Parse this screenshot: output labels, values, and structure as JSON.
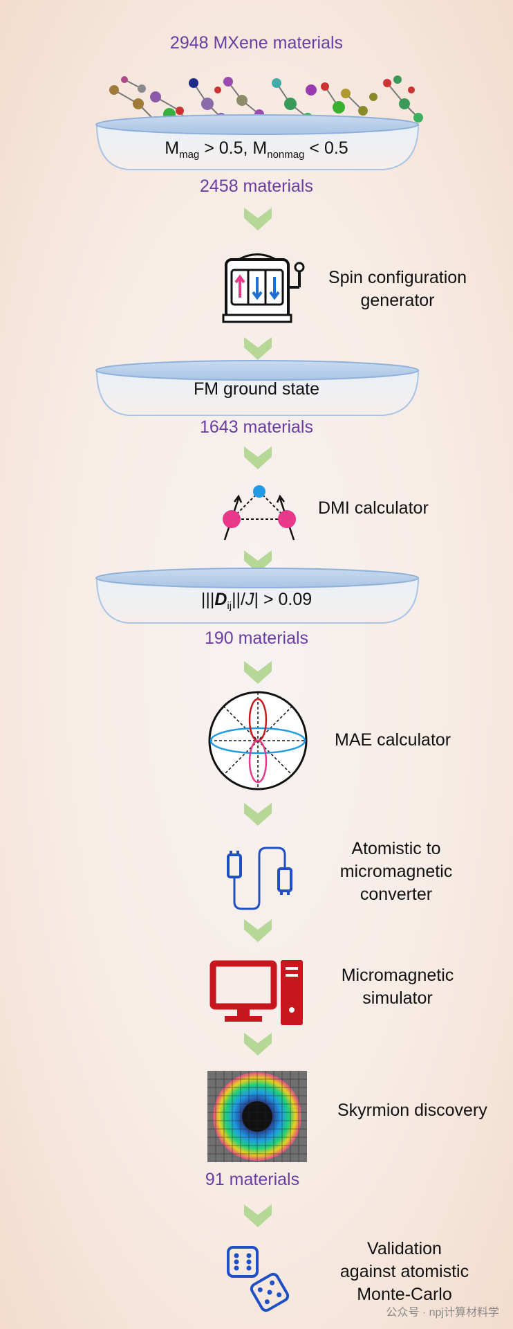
{
  "counts": {
    "start": "2948 MXene materials",
    "after_filter": "2458 materials",
    "after_fm": "1643 materials",
    "after_dmi": "190 materials",
    "after_skyrmion": "91 materials"
  },
  "filters": {
    "magnetic_prefix": "M",
    "magnetic_sub": "mag",
    "magnetic_rel": " > 0.5, M",
    "nonmag_sub": "nonmag",
    "nonmag_rel": " < 0.5",
    "fm_ground_state": "FM ground state",
    "dmi_bars_open": "|||",
    "dmi_D": "D",
    "dmi_sub": "ij",
    "dmi_mid": "||/",
    "dmi_J": "J",
    "dmi_tail": "| > 0.09"
  },
  "steps": {
    "spin": [
      "Spin configuration",
      "generator"
    ],
    "dmi": [
      "DMI calculator"
    ],
    "mae": [
      "MAE calculator"
    ],
    "converter": [
      "Atomistic to",
      "micromagnetic",
      "converter"
    ],
    "simulator": [
      "Micromagnetic",
      "simulator"
    ],
    "skyrmion": [
      "Skyrmion discovery"
    ],
    "validation": [
      "Validation",
      "against atomistic",
      "Monte-Carlo"
    ]
  },
  "icons": {
    "spin": "slot-machine-icon",
    "dmi": "dmi-triangle-icon",
    "mae": "anisotropy-circle-icon",
    "converter": "cable-connector-icon",
    "simulator": "computer-icon",
    "skyrmion": "skyrmion-texture-icon",
    "validation": "dice-icon"
  },
  "colors": {
    "count_text": "#6a3ea1",
    "arrow": "#b6d896",
    "dish": "#dfe9f5",
    "pink": "#e8388c",
    "blue_icon": "#1f4fc4",
    "red_icon": "#c8161d"
  },
  "watermark": "公众号 · npj计算材料学"
}
